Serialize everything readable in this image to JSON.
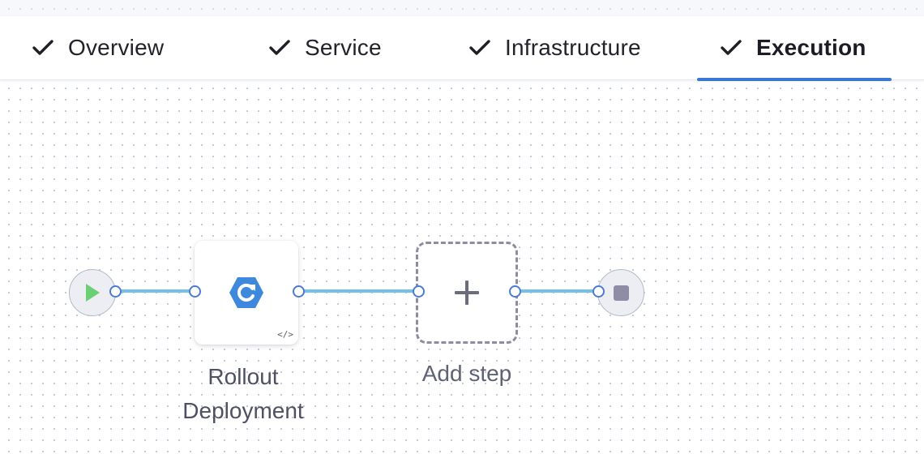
{
  "tabs": [
    {
      "label": "Overview",
      "status": "completed",
      "active": false
    },
    {
      "label": "Service",
      "status": "completed",
      "active": false
    },
    {
      "label": "Infrastructure",
      "status": "completed",
      "active": false
    },
    {
      "label": "Execution",
      "status": "completed",
      "active": true
    }
  ],
  "pipeline": {
    "start_icon": "play-icon",
    "end_icon": "stop-icon",
    "steps": [
      {
        "label": "Rollout Deployment",
        "icon": "rollout-deployment-icon",
        "badge_icon": "yaml-code-icon"
      }
    ],
    "add_step_label": "Add step"
  },
  "colors": {
    "active_tab_underline": "#3a78d4",
    "edge": "#74c0ea",
    "port_border": "#4c7bd6",
    "start_play": "#6bcf74",
    "end_stop": "#8f8ca5",
    "step_icon": "#3e89dc"
  }
}
